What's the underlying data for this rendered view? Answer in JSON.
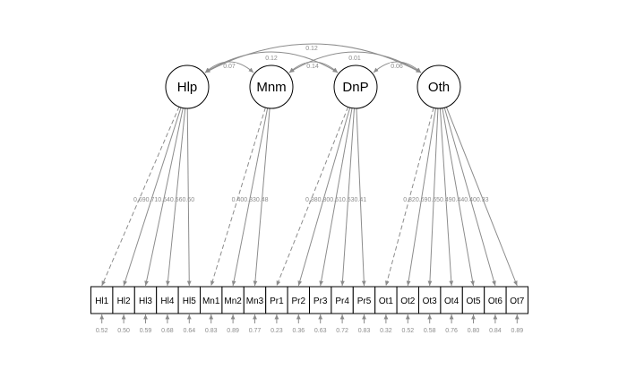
{
  "diagram": {
    "latents": [
      {
        "id": "Hlp",
        "label": "Hlp"
      },
      {
        "id": "Mnm",
        "label": "Mnm"
      },
      {
        "id": "DnP",
        "label": "DnP"
      },
      {
        "id": "Oth",
        "label": "Oth"
      }
    ],
    "indicators": [
      {
        "label": "Hl1",
        "latent": "Hlp",
        "loading": "0.69",
        "residual": "0.52",
        "fixed": true
      },
      {
        "label": "Hl2",
        "latent": "Hlp",
        "loading": "0.71",
        "residual": "0.50",
        "fixed": false
      },
      {
        "label": "Hl3",
        "latent": "Hlp",
        "loading": "0.64",
        "residual": "0.59",
        "fixed": false
      },
      {
        "label": "Hl4",
        "latent": "Hlp",
        "loading": "0.56",
        "residual": "0.68",
        "fixed": false
      },
      {
        "label": "Hl5",
        "latent": "Hlp",
        "loading": "0.60",
        "residual": "0.64",
        "fixed": false
      },
      {
        "label": "Mn1",
        "latent": "Mnm",
        "loading": "0.40",
        "residual": "0.83",
        "fixed": true
      },
      {
        "label": "Mn2",
        "latent": "Mnm",
        "loading": "0.33",
        "residual": "0.89",
        "fixed": false
      },
      {
        "label": "Mn3",
        "latent": "Mnm",
        "loading": "0.48",
        "residual": "0.77",
        "fixed": false
      },
      {
        "label": "Pr1",
        "latent": "DnP",
        "loading": "0.88",
        "residual": "0.23",
        "fixed": true
      },
      {
        "label": "Pr2",
        "latent": "DnP",
        "loading": "0.80",
        "residual": "0.36",
        "fixed": false
      },
      {
        "label": "Pr3",
        "latent": "DnP",
        "loading": "0.61",
        "residual": "0.63",
        "fixed": false
      },
      {
        "label": "Pr4",
        "latent": "DnP",
        "loading": "0.53",
        "residual": "0.72",
        "fixed": false
      },
      {
        "label": "Pr5",
        "latent": "DnP",
        "loading": "0.41",
        "residual": "0.83",
        "fixed": false
      },
      {
        "label": "Ot1",
        "latent": "Oth",
        "loading": "0.82",
        "residual": "0.32",
        "fixed": true
      },
      {
        "label": "Ot2",
        "latent": "Oth",
        "loading": "0.69",
        "residual": "0.52",
        "fixed": false
      },
      {
        "label": "Ot3",
        "latent": "Oth",
        "loading": "0.65",
        "residual": "0.58",
        "fixed": false
      },
      {
        "label": "Ot4",
        "latent": "Oth",
        "loading": "0.49",
        "residual": "0.76",
        "fixed": false
      },
      {
        "label": "Ot5",
        "latent": "Oth",
        "loading": "0.44",
        "residual": "0.80",
        "fixed": false
      },
      {
        "label": "Ot6",
        "latent": "Oth",
        "loading": "0.40",
        "residual": "0.84",
        "fixed": false
      },
      {
        "label": "Ot7",
        "latent": "Oth",
        "loading": "0.33",
        "residual": "0.89",
        "fixed": false
      }
    ],
    "covariances": [
      {
        "from": "Hlp",
        "to": "Mnm",
        "value": "0.07"
      },
      {
        "from": "Mnm",
        "to": "DnP",
        "value": "0.14"
      },
      {
        "from": "DnP",
        "to": "Oth",
        "value": "0.06"
      },
      {
        "from": "Hlp",
        "to": "DnP",
        "value": "0.12"
      },
      {
        "from": "Mnm",
        "to": "Oth",
        "value": "0.01"
      },
      {
        "from": "Hlp",
        "to": "Oth",
        "value": "0.12"
      }
    ],
    "colors": {
      "edge": "#8c8c8c",
      "node_stroke": "#000000"
    }
  }
}
